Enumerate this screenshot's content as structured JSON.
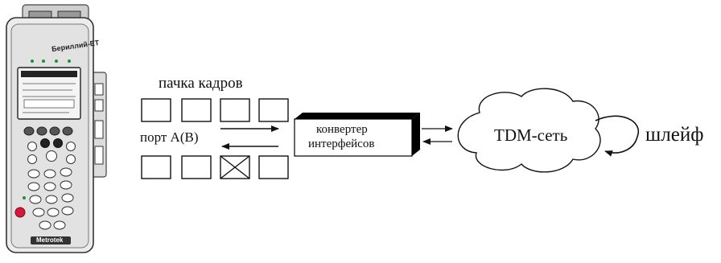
{
  "labels": {
    "frame_burst": "пачка кадров",
    "port": "порт A(B)",
    "converter_line1": "конвертер",
    "converter_line2": "интерфейсов",
    "network": "TDM-сеть",
    "loopback": "шлейф"
  },
  "device": {
    "brand": "Бериллий-ET",
    "logo": "Metrotek"
  },
  "frames": {
    "top_row_count": 4,
    "bottom_row_count": 4,
    "bottom_row_crossed_index": 2
  },
  "colors": {
    "line": "#111111",
    "device_body": "#ececec",
    "device_screen": "#f4f4f4",
    "power_button": "#d4173a",
    "led_green": "#1f8f3a",
    "converter_face": "#ffffff",
    "converter_side": "#000000"
  }
}
